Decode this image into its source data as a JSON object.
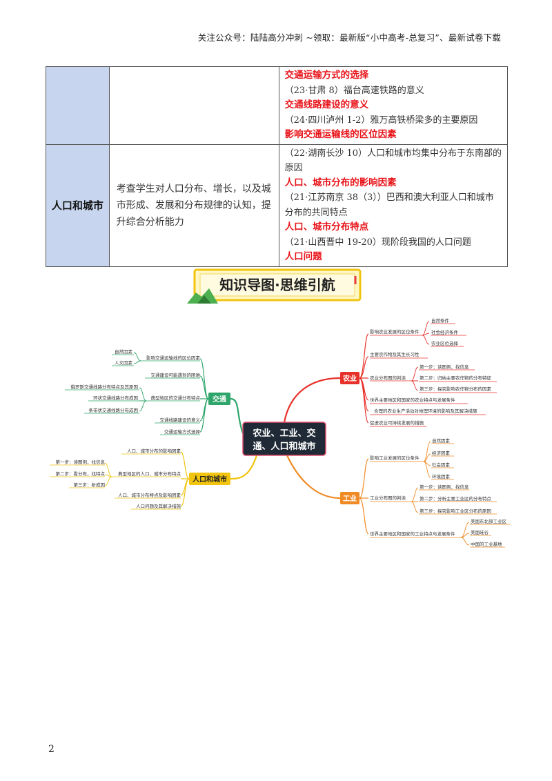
{
  "header": "关注公众号：陆陆高分冲刺 ~领取：最新版“小中高考-总复习”、最新试卷下载",
  "table": {
    "row1": {
      "topic": "",
      "requirement": "",
      "lines": [
        {
          "text": "交通运输方式的选择",
          "red": true
        },
        {
          "text": "（23·甘肃 8）福台高速铁路的意义",
          "red": false
        },
        {
          "text": "交通线路建设的意义",
          "red": true
        },
        {
          "text": "（24·四川泸州 1-2）雅万高铁桥梁多的主要原因",
          "red": false
        },
        {
          "text": "影响交通运输线的区位因素",
          "red": true
        }
      ]
    },
    "row2": {
      "topic": "人口和城市",
      "requirement": "考查学生对人口分布、增长，以及城市形成、发展和分布规律的认知，提升综合分析能力",
      "lines": [
        {
          "text": "（22·湖南长沙 10）人口和城市均集中分布于东南部的",
          "red": false
        },
        {
          "text": "原因",
          "red": false
        },
        {
          "text": "人口、城市分布的影响因素",
          "red": true
        },
        {
          "text": "（21·江苏南京 38（3））巴西和澳大利亚人口和城市",
          "red": false
        },
        {
          "text": "分布的共同特点",
          "red": false
        },
        {
          "text": "人口、城市分布特点",
          "red": true
        },
        {
          "text": "（21·山西晋中 19-20）现阶段我国的人口问题",
          "red": false
        },
        {
          "text": "人口问题",
          "red": true
        }
      ]
    }
  },
  "banner": "知识导图·思维引航",
  "mindmap": {
    "center": [
      "农业、工业、交",
      "通、人口和城市"
    ],
    "agriculture": {
      "label": "农业",
      "children": [
        "影响农业发展的区位条件",
        "主要农作物及其生长习性",
        "农业分布图的判读",
        "世界主要地区和国家的农业特点与发展条件",
        "合理的农业生产活动对地理环境的影响及其解决措施",
        "促进农业可持续发展的措施"
      ],
      "location_factors": [
        "自然条件",
        "社会经济条件",
        "农业区位选择"
      ],
      "map_steps": [
        "第一步：读图例、找信息",
        "第二步：归纳主要农作物的分布特征",
        "第三步：探究影响农作物分布的因素"
      ]
    },
    "industry": {
      "label": "工业",
      "children": [
        "影响工业发展的区位条件",
        "工业分布图的判读",
        "世界主要地区和国家的工业特点与发展条件"
      ],
      "location_factors": [
        "自然因素",
        "经济因素",
        "社会因素",
        "环境因素"
      ],
      "map_steps": [
        "第一步：读图例、找信息",
        "第二步：分析主要工业区的分布特点",
        "第三步：探究影响工业区分布的原因"
      ],
      "examples": [
        "美国东北部工业区",
        "美国硅谷",
        "中国的工业基地"
      ]
    },
    "transport": {
      "label": "交通",
      "children": [
        "影响交通运输线的区位因素",
        "交通建设可能遇到的困难",
        "典型地区的交通分布特点",
        "交通线路建设的意义",
        "交通运输方式选择"
      ],
      "factors": [
        "自然因素",
        "人文因素"
      ],
      "typical": [
        "俄罗斯交通线路分布特点及其原因",
        "环状交通线路分布成因",
        "条带状交通线路分布成因"
      ]
    },
    "population": {
      "label": "人口和城市",
      "children": [
        "人口、城市分布的影响因素",
        "典型地区的人口、城市分布特点",
        "人口、城市分布特点及影响因素",
        "人口问题及其解决措施"
      ],
      "steps": [
        "第一步：读图例，找信息",
        "第二步：看分布，找特点",
        "第三步：析成因"
      ]
    }
  },
  "colors": {
    "red": "#e8141a",
    "agri": "#e8302a",
    "industry": "#f08a24",
    "transport": "#2ea56a",
    "population": "#f1c40f",
    "topic_bg": "#c7d6ee"
  },
  "page_number": "2"
}
